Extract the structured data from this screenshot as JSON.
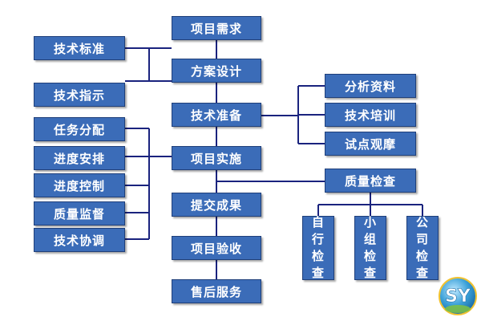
{
  "main_flow": {
    "requirement": "项目需求",
    "design": "方案设计",
    "preparation": "技术准备",
    "implementation": "项目实施",
    "submission": "提交成果",
    "acceptance": "项目验收",
    "after_sales": "售后服务"
  },
  "design_inputs": {
    "standard": "技术标准",
    "instruction": "技术指示"
  },
  "preparation_items": [
    "分析资料",
    "技术培训",
    "试点观摩"
  ],
  "implementation_items": [
    "任务分配",
    "进度安排",
    "进度控制",
    "质量监督",
    "技术协调"
  ],
  "quality": {
    "title": "质量检查",
    "levels": [
      "自行检查",
      "小组检查",
      "公司检查"
    ]
  },
  "logo": {
    "text": "SY"
  },
  "colors": {
    "box_fill": "#3b6cb8",
    "box_border": "#1f3f7a",
    "line": "#1a237e",
    "text": "#ffffff"
  }
}
